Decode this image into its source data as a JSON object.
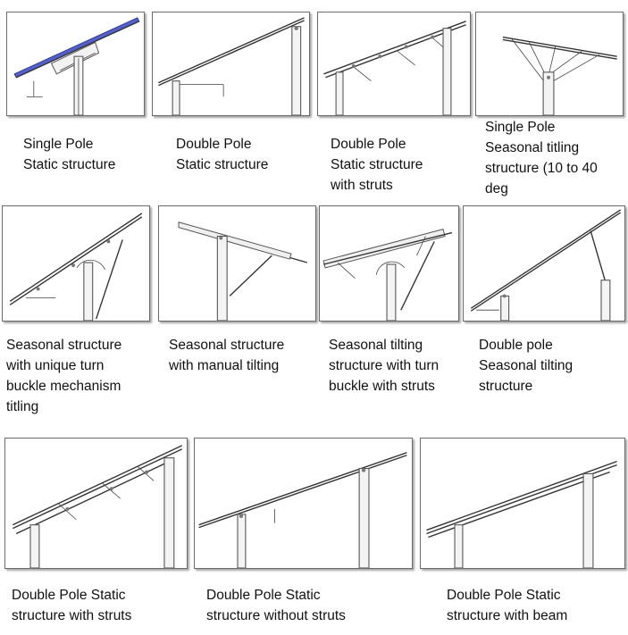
{
  "colors": {
    "panel_border": "#6b6b6b",
    "text": "#111111",
    "module_highlight": "#5560c8"
  },
  "panels": [
    {
      "caption": "Single Pole\nStatic structure"
    },
    {
      "caption": "Double Pole\nStatic structure"
    },
    {
      "caption": "Double Pole\nStatic structure\nwith struts"
    },
    {
      "caption": "Single Pole\nSeasonal titling\nstructure (10 to 40\ndeg"
    },
    {
      "caption": "Seasonal structure\nwith unique turn\nbuckle mechanism\ntitling"
    },
    {
      "caption": "Seasonal structure\nwith manual tilting"
    },
    {
      "caption": "Seasonal tilting\nstructure with turn\nbuckle with struts"
    },
    {
      "caption": "Double pole\nSeasonal tilting\nstructure"
    },
    {
      "caption": "Double Pole Static\nstructure with struts"
    },
    {
      "caption": "Double Pole Static\nstructure without struts"
    },
    {
      "caption": "Double Pole Static\nstructure with beam"
    }
  ]
}
